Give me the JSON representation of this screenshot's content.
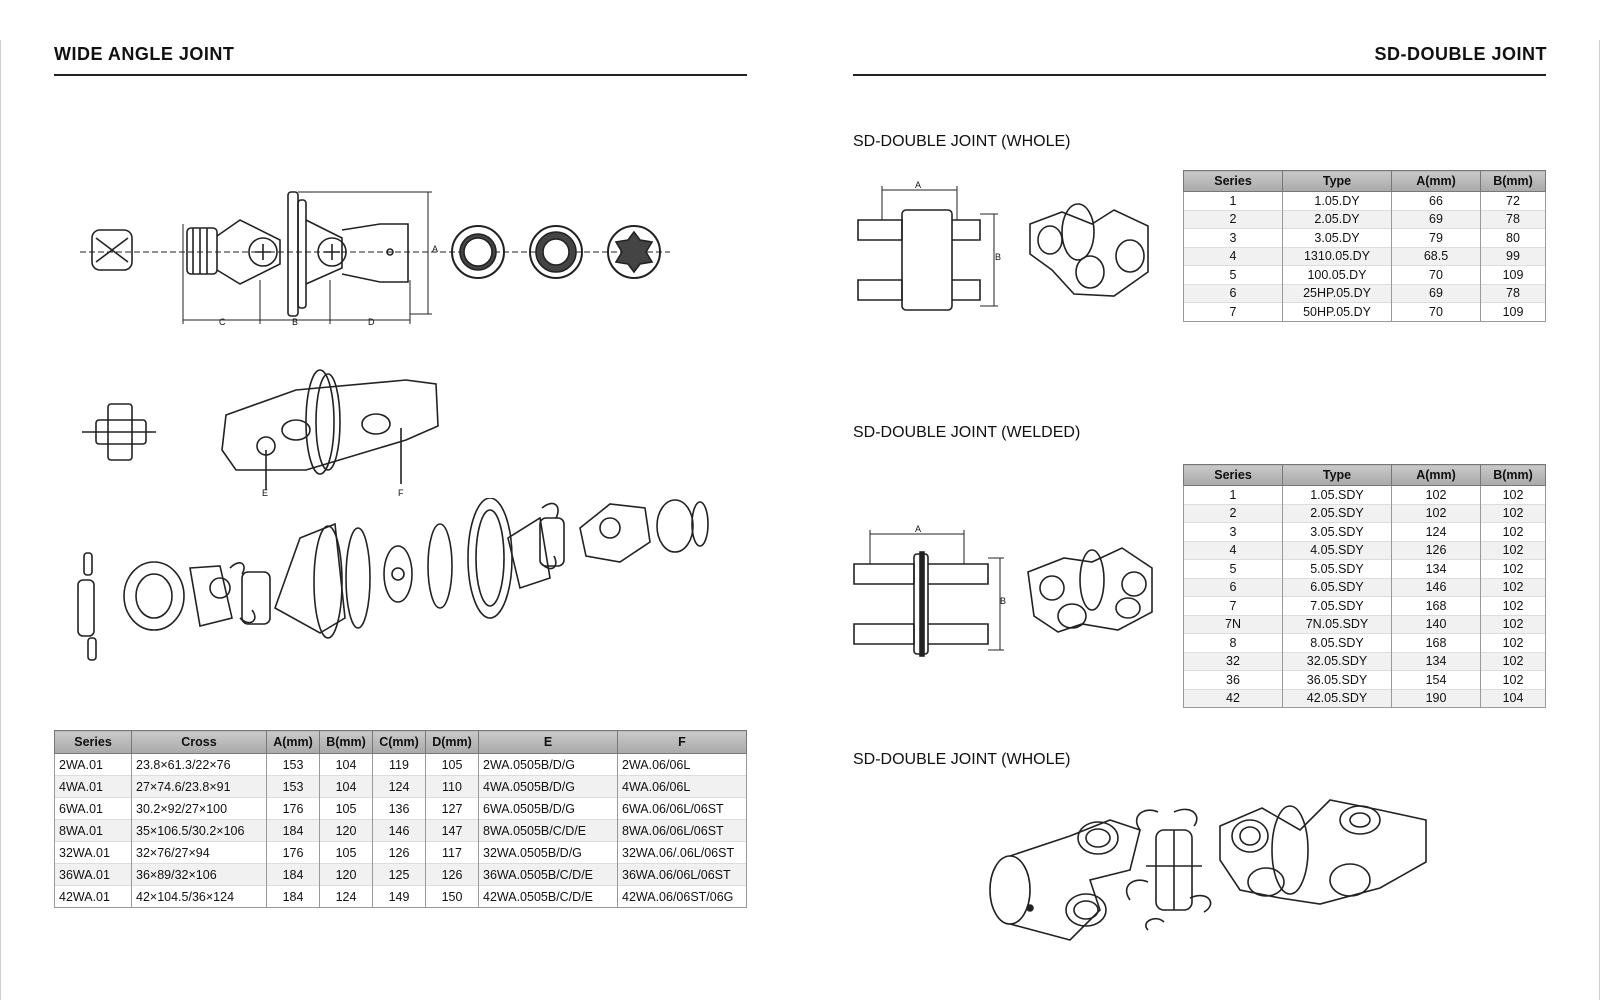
{
  "left_page": {
    "heading": "WIDE ANGLE JOINT",
    "dimension_labels": [
      "A",
      "C",
      "B",
      "D",
      "E",
      "F"
    ],
    "table": {
      "columns": [
        "Series",
        "Cross",
        "A(mm)",
        "B(mm)",
        "C(mm)",
        "D(mm)",
        "E",
        "F"
      ],
      "rows": [
        [
          "2WA.01",
          "23.8×61.3/22×76",
          "153",
          "104",
          "119",
          "105",
          "2WA.0505B/D/G",
          "2WA.06/06L"
        ],
        [
          "4WA.01",
          "27×74.6/23.8×91",
          "153",
          "104",
          "124",
          "110",
          "4WA.0505B/D/G",
          "4WA.06/06L"
        ],
        [
          "6WA.01",
          "30.2×92/27×100",
          "176",
          "105",
          "136",
          "127",
          "6WA.0505B/D/G",
          "6WA.06/06L/06ST"
        ],
        [
          "8WA.01",
          "35×106.5/30.2×106",
          "184",
          "120",
          "146",
          "147",
          "8WA.0505B/C/D/E",
          "8WA.06/06L/06ST"
        ],
        [
          "32WA.01",
          "32×76/27×94",
          "176",
          "105",
          "126",
          "117",
          "32WA.0505B/D/G",
          "32WA.06/.06L/06ST"
        ],
        [
          "36WA.01",
          "36×89/32×106",
          "184",
          "120",
          "125",
          "126",
          "36WA.0505B/C/D/E",
          "36WA.06/06L/06ST"
        ],
        [
          "42WA.01",
          "42×104.5/36×124",
          "184",
          "124",
          "149",
          "150",
          "42WA.0505B/C/D/E",
          "42WA.06/06ST/06G"
        ]
      ]
    }
  },
  "right_page": {
    "heading": "SD-DOUBLE JOINT",
    "sections": [
      {
        "title": "SD-DOUBLE JOINT (WHOLE)",
        "dimension_labels": [
          "A",
          "B"
        ],
        "table": {
          "columns": [
            "Series",
            "Type",
            "A(mm)",
            "B(mm)"
          ],
          "rows": [
            [
              "1",
              "1.05.DY",
              "66",
              "72"
            ],
            [
              "2",
              "2.05.DY",
              "69",
              "78"
            ],
            [
              "3",
              "3.05.DY",
              "79",
              "80"
            ],
            [
              "4",
              "1310.05.DY",
              "68.5",
              "99"
            ],
            [
              "5",
              "100.05.DY",
              "70",
              "109"
            ],
            [
              "6",
              "25HP.05.DY",
              "69",
              "78"
            ],
            [
              "7",
              "50HP.05.DY",
              "70",
              "109"
            ]
          ]
        }
      },
      {
        "title": "SD-DOUBLE JOINT (WELDED)",
        "dimension_labels": [
          "A",
          "B"
        ],
        "table": {
          "columns": [
            "Series",
            "Type",
            "A(mm)",
            "B(mm)"
          ],
          "rows": [
            [
              "1",
              "1.05.SDY",
              "102",
              "102"
            ],
            [
              "2",
              "2.05.SDY",
              "102",
              "102"
            ],
            [
              "3",
              "3.05.SDY",
              "124",
              "102"
            ],
            [
              "4",
              "4.05.SDY",
              "126",
              "102"
            ],
            [
              "5",
              "5.05.SDY",
              "134",
              "102"
            ],
            [
              "6",
              "6.05.SDY",
              "146",
              "102"
            ],
            [
              "7",
              "7.05.SDY",
              "168",
              "102"
            ],
            [
              "7N",
              "7N.05.SDY",
              "140",
              "102"
            ],
            [
              "8",
              "8.05.SDY",
              "168",
              "102"
            ],
            [
              "32",
              "32.05.SDY",
              "134",
              "102"
            ],
            [
              "36",
              "36.05.SDY",
              "154",
              "102"
            ],
            [
              "42",
              "42.05.SDY",
              "190",
              "104"
            ]
          ]
        }
      },
      {
        "title": "SD-DOUBLE JOINT (WHOLE)"
      }
    ]
  }
}
